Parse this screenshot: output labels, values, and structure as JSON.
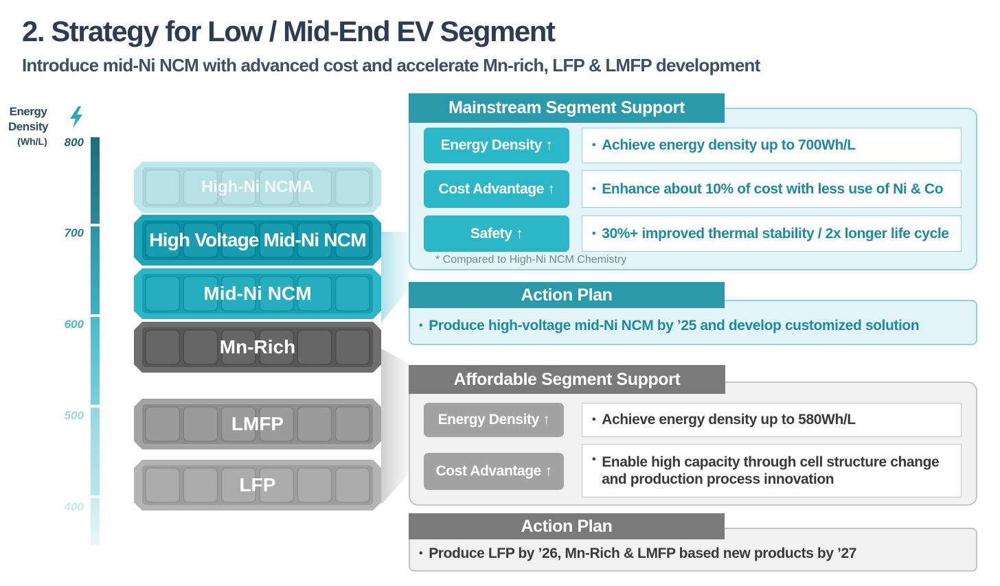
{
  "header": {
    "title": "2. Strategy for Low / Mid-End EV Segment",
    "subtitle": "Introduce mid-Ni NCM with advanced cost and accelerate Mn-rich, LFP & LMFP development"
  },
  "axis": {
    "title": "Energy Density",
    "unit": "(Wh/L)",
    "ticks": [
      "800",
      "700",
      "600",
      "500",
      "400"
    ]
  },
  "cells": [
    {
      "label": "High-Ni  NCMA",
      "color": "#a9dfe6",
      "faded": true
    },
    {
      "label": "High Voltage Mid-Ni NCM",
      "color": "#1fa4b8"
    },
    {
      "label": "Mid-Ni NCM",
      "color": "#2cb6c8"
    },
    {
      "label": "Mn-Rich",
      "color": "#6e6e6e"
    },
    {
      "label": "LMFP",
      "color": "#a3a3a3"
    },
    {
      "label": "LFP",
      "color": "#b3b3b3"
    }
  ],
  "mainstream": {
    "header": "Mainstream Segment Support",
    "rows": [
      {
        "label": "Energy  Density ↑",
        "text": "Achieve energy density up to 700Wh/L"
      },
      {
        "label": "Cost Advantage ↑",
        "text": "Enhance about 10% of cost with less use of Ni & Co"
      },
      {
        "label": "Safety ↑",
        "text": "30%+ improved thermal stability / 2x longer life cycle"
      }
    ],
    "note": "* Compared to High-Ni NCM Chemistry"
  },
  "action_plan_1": {
    "header": "Action Plan",
    "text": "Produce high-voltage mid-Ni NCM by ’25 and develop customized solution"
  },
  "affordable": {
    "header": "Affordable Segment Support",
    "rows": [
      {
        "label": "Energy Density ↑",
        "text": "Achieve energy density up to 580Wh/L"
      },
      {
        "label": "Cost Advantage ↑",
        "text_line1": "Enable high capacity through cell structure change",
        "text_line2": "and production process innovation"
      }
    ]
  },
  "action_plan_2": {
    "header": "Action Plan",
    "text": "Produce LFP by ’26, Mn-Rich & LMFP based new products by ’27"
  },
  "colors": {
    "teal_dark": "#2a9aab",
    "teal_pill": "#2cb7c9",
    "teal_light_bg": "#e2f4f7",
    "teal_border": "#8fd2dc",
    "gray_dark": "#7a7a7a",
    "gray_pill": "#a2a2a2",
    "gray_light_bg": "#f1f1f1",
    "gray_border": "#c4c4c4"
  }
}
